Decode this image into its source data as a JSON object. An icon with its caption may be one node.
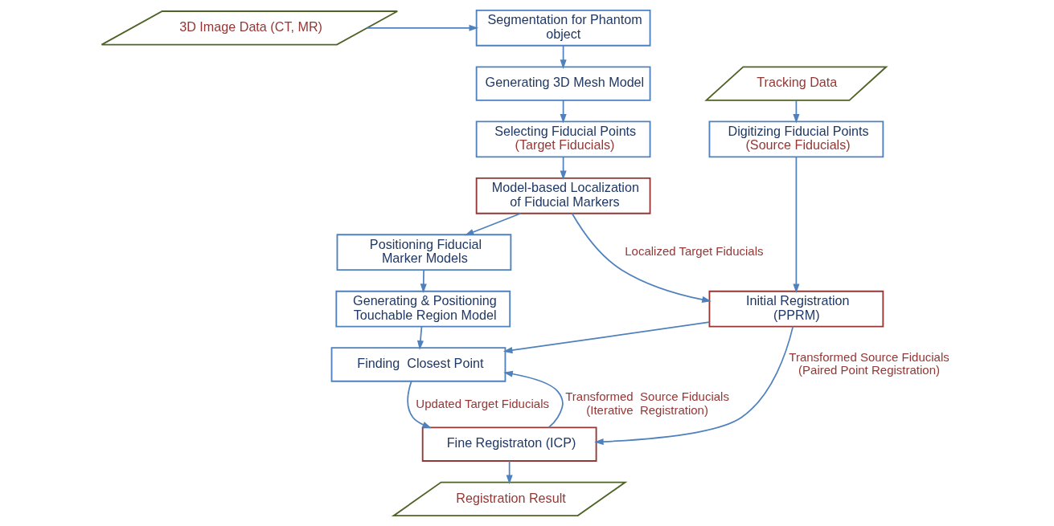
{
  "diagram": {
    "nodes": [
      {
        "text": [
          "3D Image Data (CT, MR)"
        ]
      },
      {
        "text": [
          "Segmentation for Phantom object"
        ]
      },
      {
        "text": [
          "Generating 3D Mesh Model"
        ]
      },
      {
        "text": [
          "Selecting Fiducial Points",
          "(Target Fiducials)"
        ]
      },
      {
        "text": [
          "Model-based Localization of Fiducial Markers"
        ]
      },
      {
        "text": [
          "Positioning Fiducial Marker Models"
        ]
      },
      {
        "text": [
          "Generating & Positioning Touchable Region Model"
        ]
      },
      {
        "text": [
          "Finding  Closest Point"
        ]
      },
      {
        "text": [
          "Tracking Data"
        ]
      },
      {
        "text": [
          "Digitizing Fiducial Points",
          "(Source Fiducials)"
        ]
      },
      {
        "text": [
          "Initial Registration (PPRM)"
        ]
      },
      {
        "text": [
          "Fine Registraton (ICP)"
        ]
      },
      {
        "text": [
          "Registration Result"
        ]
      }
    ],
    "edges": [
      {
        "from": 0,
        "to": 1,
        "arrow": "to"
      },
      {
        "from": 1,
        "to": 2,
        "arrow": "to"
      },
      {
        "from": 2,
        "to": 3,
        "arrow": "to"
      },
      {
        "from": 3,
        "to": 4,
        "arrow": "to"
      },
      {
        "from": 4,
        "to": 5,
        "arrow": "to"
      },
      {
        "from": 5,
        "to": 6,
        "arrow": "to"
      },
      {
        "from": 6,
        "to": 7,
        "arrow": "to"
      },
      {
        "from": 8,
        "to": 9,
        "arrow": "to"
      },
      {
        "from": 4,
        "to": 10,
        "arrow": "to",
        "label": "Localized Target Fiducials"
      },
      {
        "from": 9,
        "to": 10,
        "arrow": "to"
      },
      {
        "from": 10,
        "to": 7,
        "arrow": "to"
      },
      {
        "from": 10,
        "to": 11,
        "arrow": "to",
        "label": "Transformed Source Fiducials (Paired Point Registration)"
      },
      {
        "from": 7,
        "to": 11,
        "arrow": "to",
        "label": "Updated Target Fiducials"
      },
      {
        "from": 11,
        "to": 7,
        "arrow": "to",
        "label": "Transformed  Source Fiducials (Iterative  Registration)"
      },
      {
        "from": 11,
        "to": 12,
        "arrow": "to"
      }
    ]
  }
}
